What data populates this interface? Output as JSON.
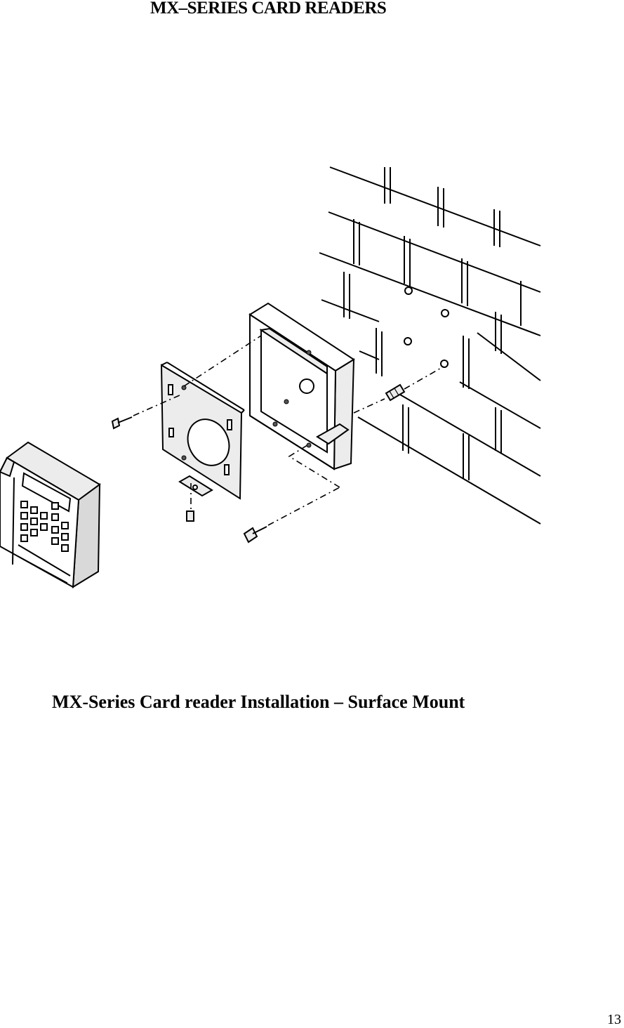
{
  "header": {
    "title": "MX–SERIES CARD READERS"
  },
  "figure": {
    "caption": "MX-Series Card reader Installation – Surface Mount"
  },
  "footer": {
    "page_number": "13"
  }
}
